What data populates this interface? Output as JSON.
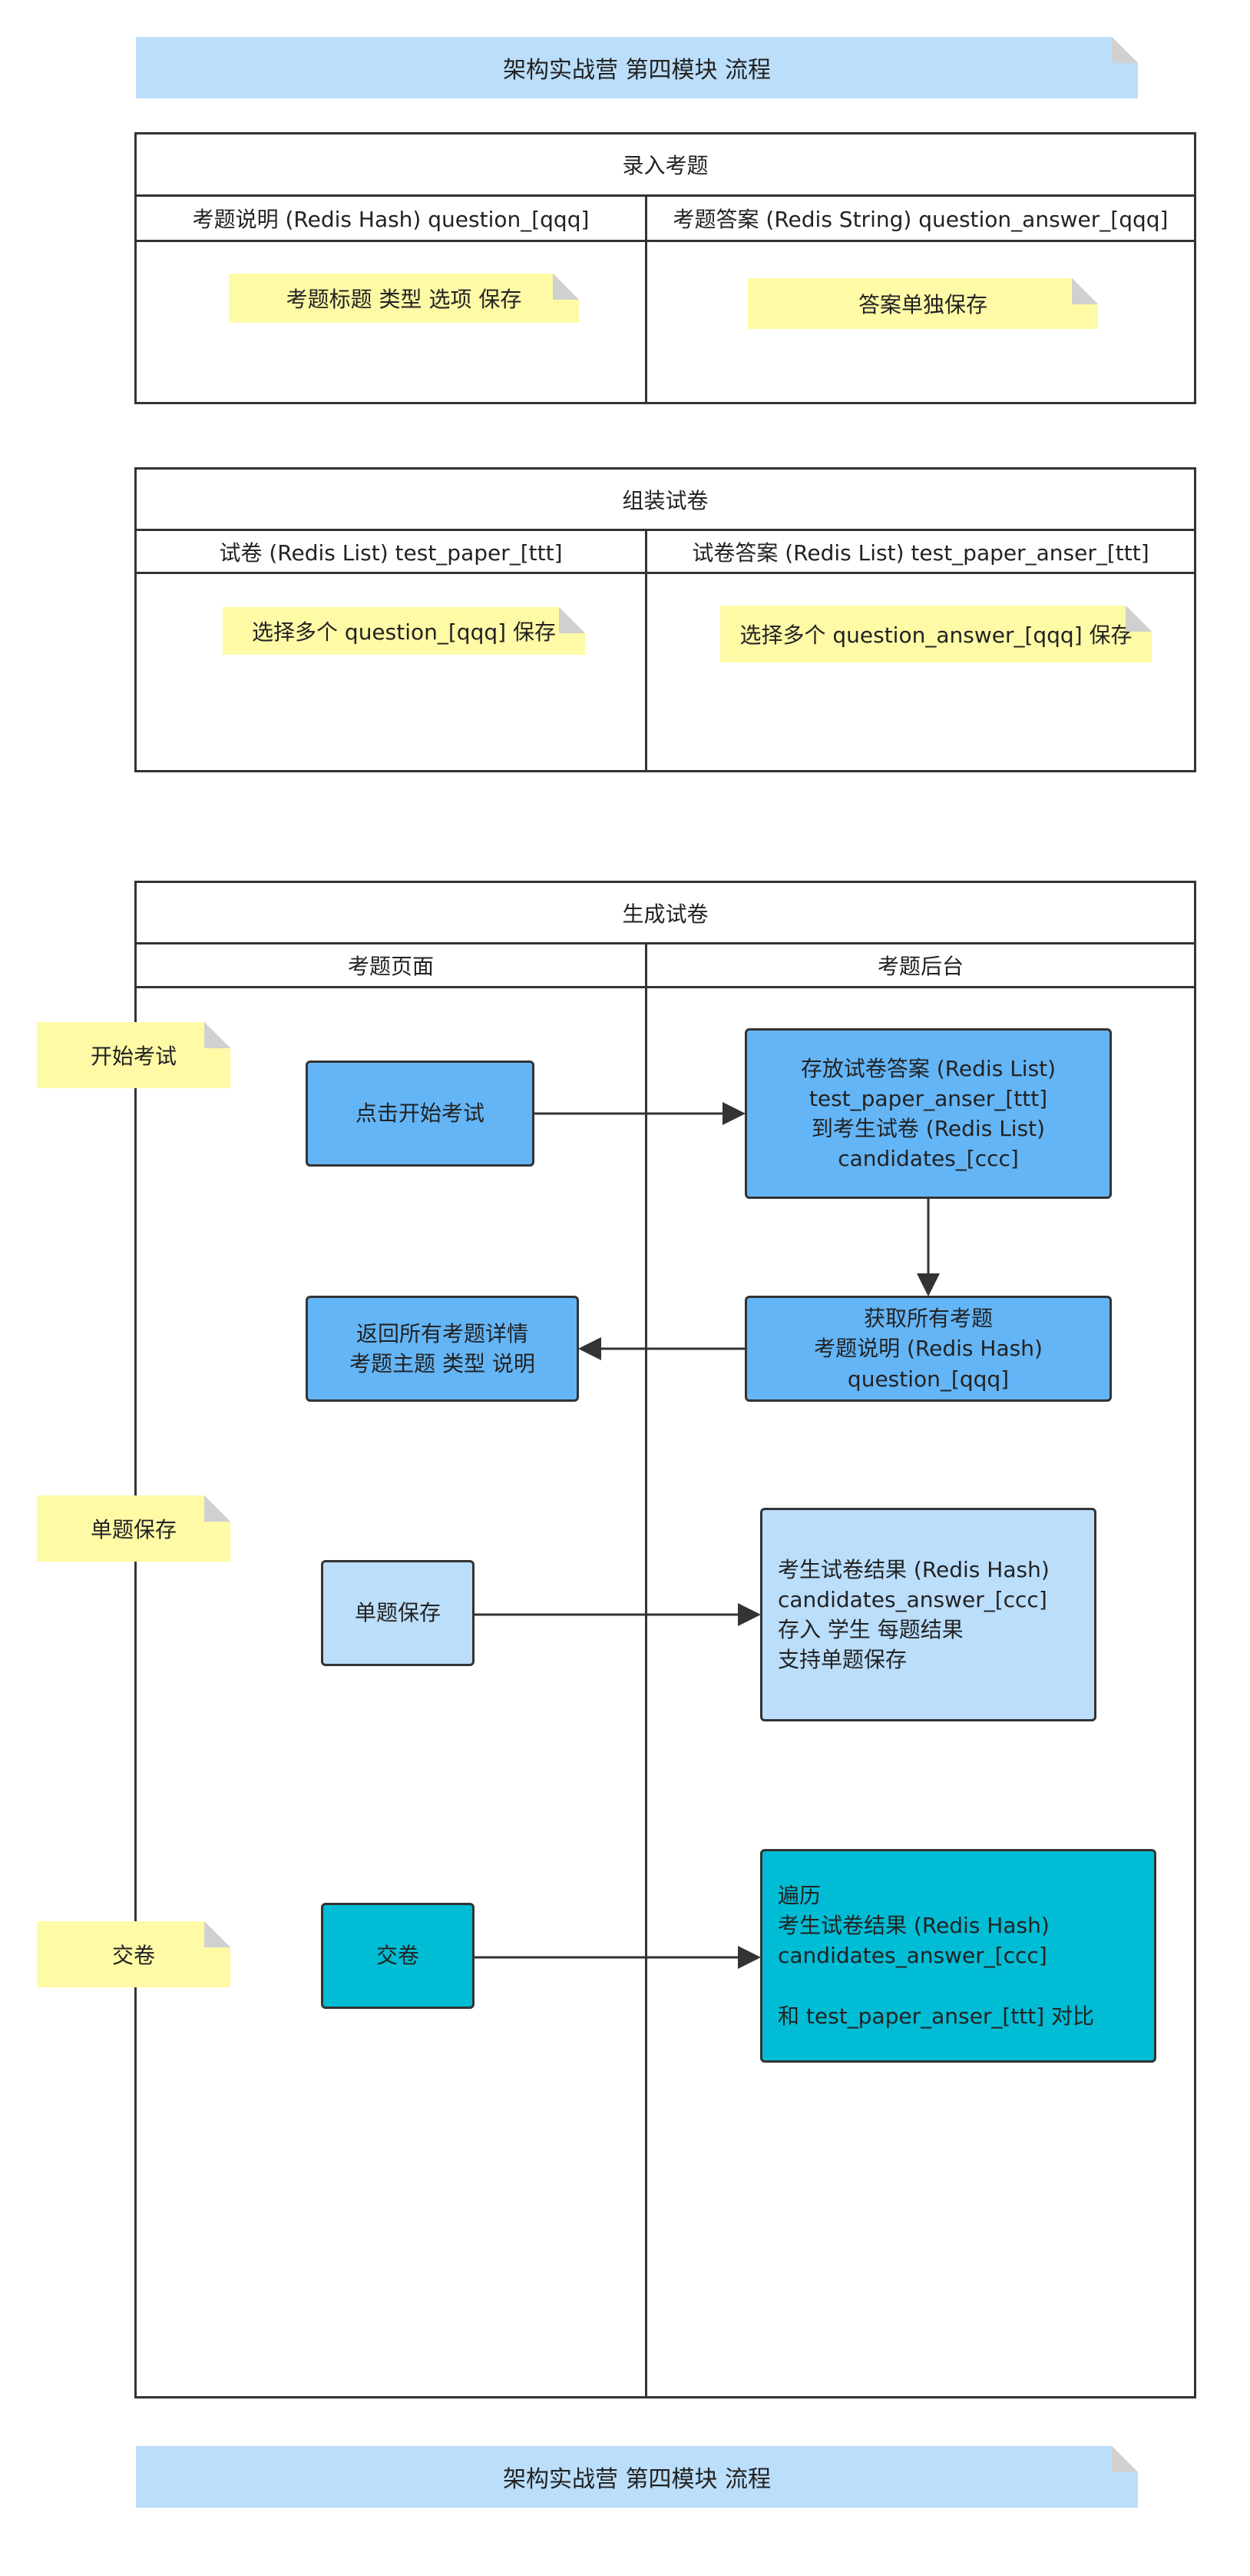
{
  "banner_top": "架构实战营  第四模块  流程",
  "banner_bottom": "架构实战营   第四模块  流程",
  "section1": {
    "title": "录入考题",
    "col_left": "考题说明 (Redis Hash) question_[qqq]",
    "col_right": "考题答案 (Redis String) question_answer_[qqq]",
    "note_left": "考题标题 类型 选项 保存",
    "note_right": "答案单独保存"
  },
  "section2": {
    "title": "组装试卷",
    "col_left": "试卷 (Redis List) test_paper_[ttt]",
    "col_right": "试卷答案 (Redis List) test_paper_anser_[ttt]",
    "note_left": "选择多个  question_[qqq] 保存",
    "note_right": "选择多个  question_answer_[qqq]  保存"
  },
  "section3": {
    "title": "生成试卷",
    "lane_left": "考题页面",
    "lane_right": "考题后台",
    "side_notes": [
      "开始考试",
      "单题保存",
      "交卷"
    ],
    "btn_start": "点击开始考试",
    "store_answers": [
      "存放试卷答案 (Redis List)",
      "test_paper_anser_[ttt]",
      "到考生试卷   (Redis List)",
      "candidates_[ccc]"
    ],
    "fetch_questions": [
      "获取所有考题",
      "考题说明 (Redis Hash)",
      "question_[qqq]"
    ],
    "return_details": [
      "返回所有考题详情",
      "考题主题 类型 说明"
    ],
    "btn_single_save": "单题保存",
    "single_result": [
      "考生试卷结果 (Redis Hash)",
      "candidates_answer_[ccc]",
      "存入 学生 每题结果",
      "支持单题保存"
    ],
    "btn_submit": "交卷",
    "submit_result": [
      "遍历",
      "考生试卷结果 (Redis Hash)",
      "candidates_answer_[ccc]",
      "",
      "和  test_paper_anser_[ttt] 对比"
    ]
  },
  "colors": {
    "banner": "#bbdefb",
    "sticky": "#fffaa6",
    "box_blue": "#64b5f6",
    "box_light": "#bbdefb",
    "box_cyan": "#00bcd4"
  }
}
